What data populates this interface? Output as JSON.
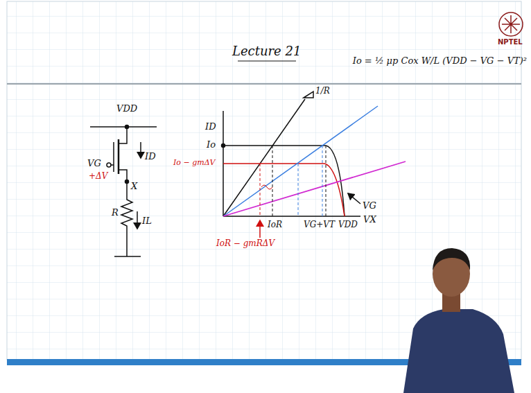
{
  "diagram": {
    "title": "Lecture 21",
    "labels": [
      "NPTEL",
      "VDD",
      "VG",
      "+ΔV",
      "ID",
      "X",
      "R",
      "IL",
      "ID",
      "Io",
      "Io − gmΔV",
      "1/R",
      "Io = ½ μp Cox W/L (VDD − VG − VT)²",
      "IoR",
      "IoR − gmRΔV",
      "VG+VT",
      "VDD",
      "VX",
      "VG"
    ]
  }
}
